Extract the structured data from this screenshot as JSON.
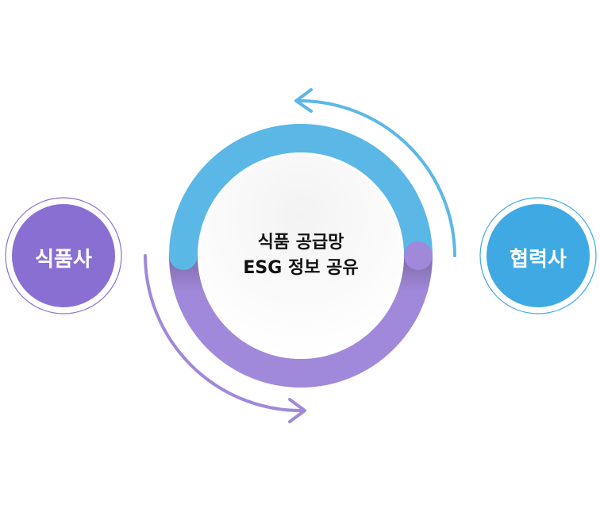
{
  "center": {
    "line1": "식품 공급망",
    "line2": "ESG 정보 공유"
  },
  "left_node": {
    "label": "식품사"
  },
  "right_node": {
    "label": "협력사"
  },
  "colors": {
    "blue": "#5bb7e6",
    "purple": "#a088da",
    "left_fill": "#8a6fd3",
    "right_fill": "#3ea9e2"
  }
}
